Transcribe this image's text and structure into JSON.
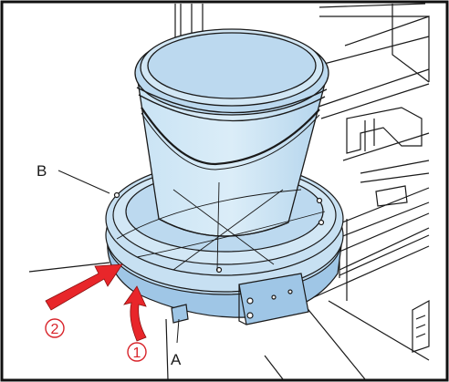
{
  "labels": {
    "b": "B",
    "a": "A",
    "step1": "1",
    "step2": "2"
  },
  "colors": {
    "part_fill": "#bcd9ef",
    "part_fill_dark": "#9fc6e6",
    "line": "#1a1a1a",
    "arrow": "#e8262a",
    "marker": "#d8232a",
    "frame": "#111111"
  },
  "icons": {
    "step1": "circled-number-one",
    "step2": "circled-number-two"
  }
}
